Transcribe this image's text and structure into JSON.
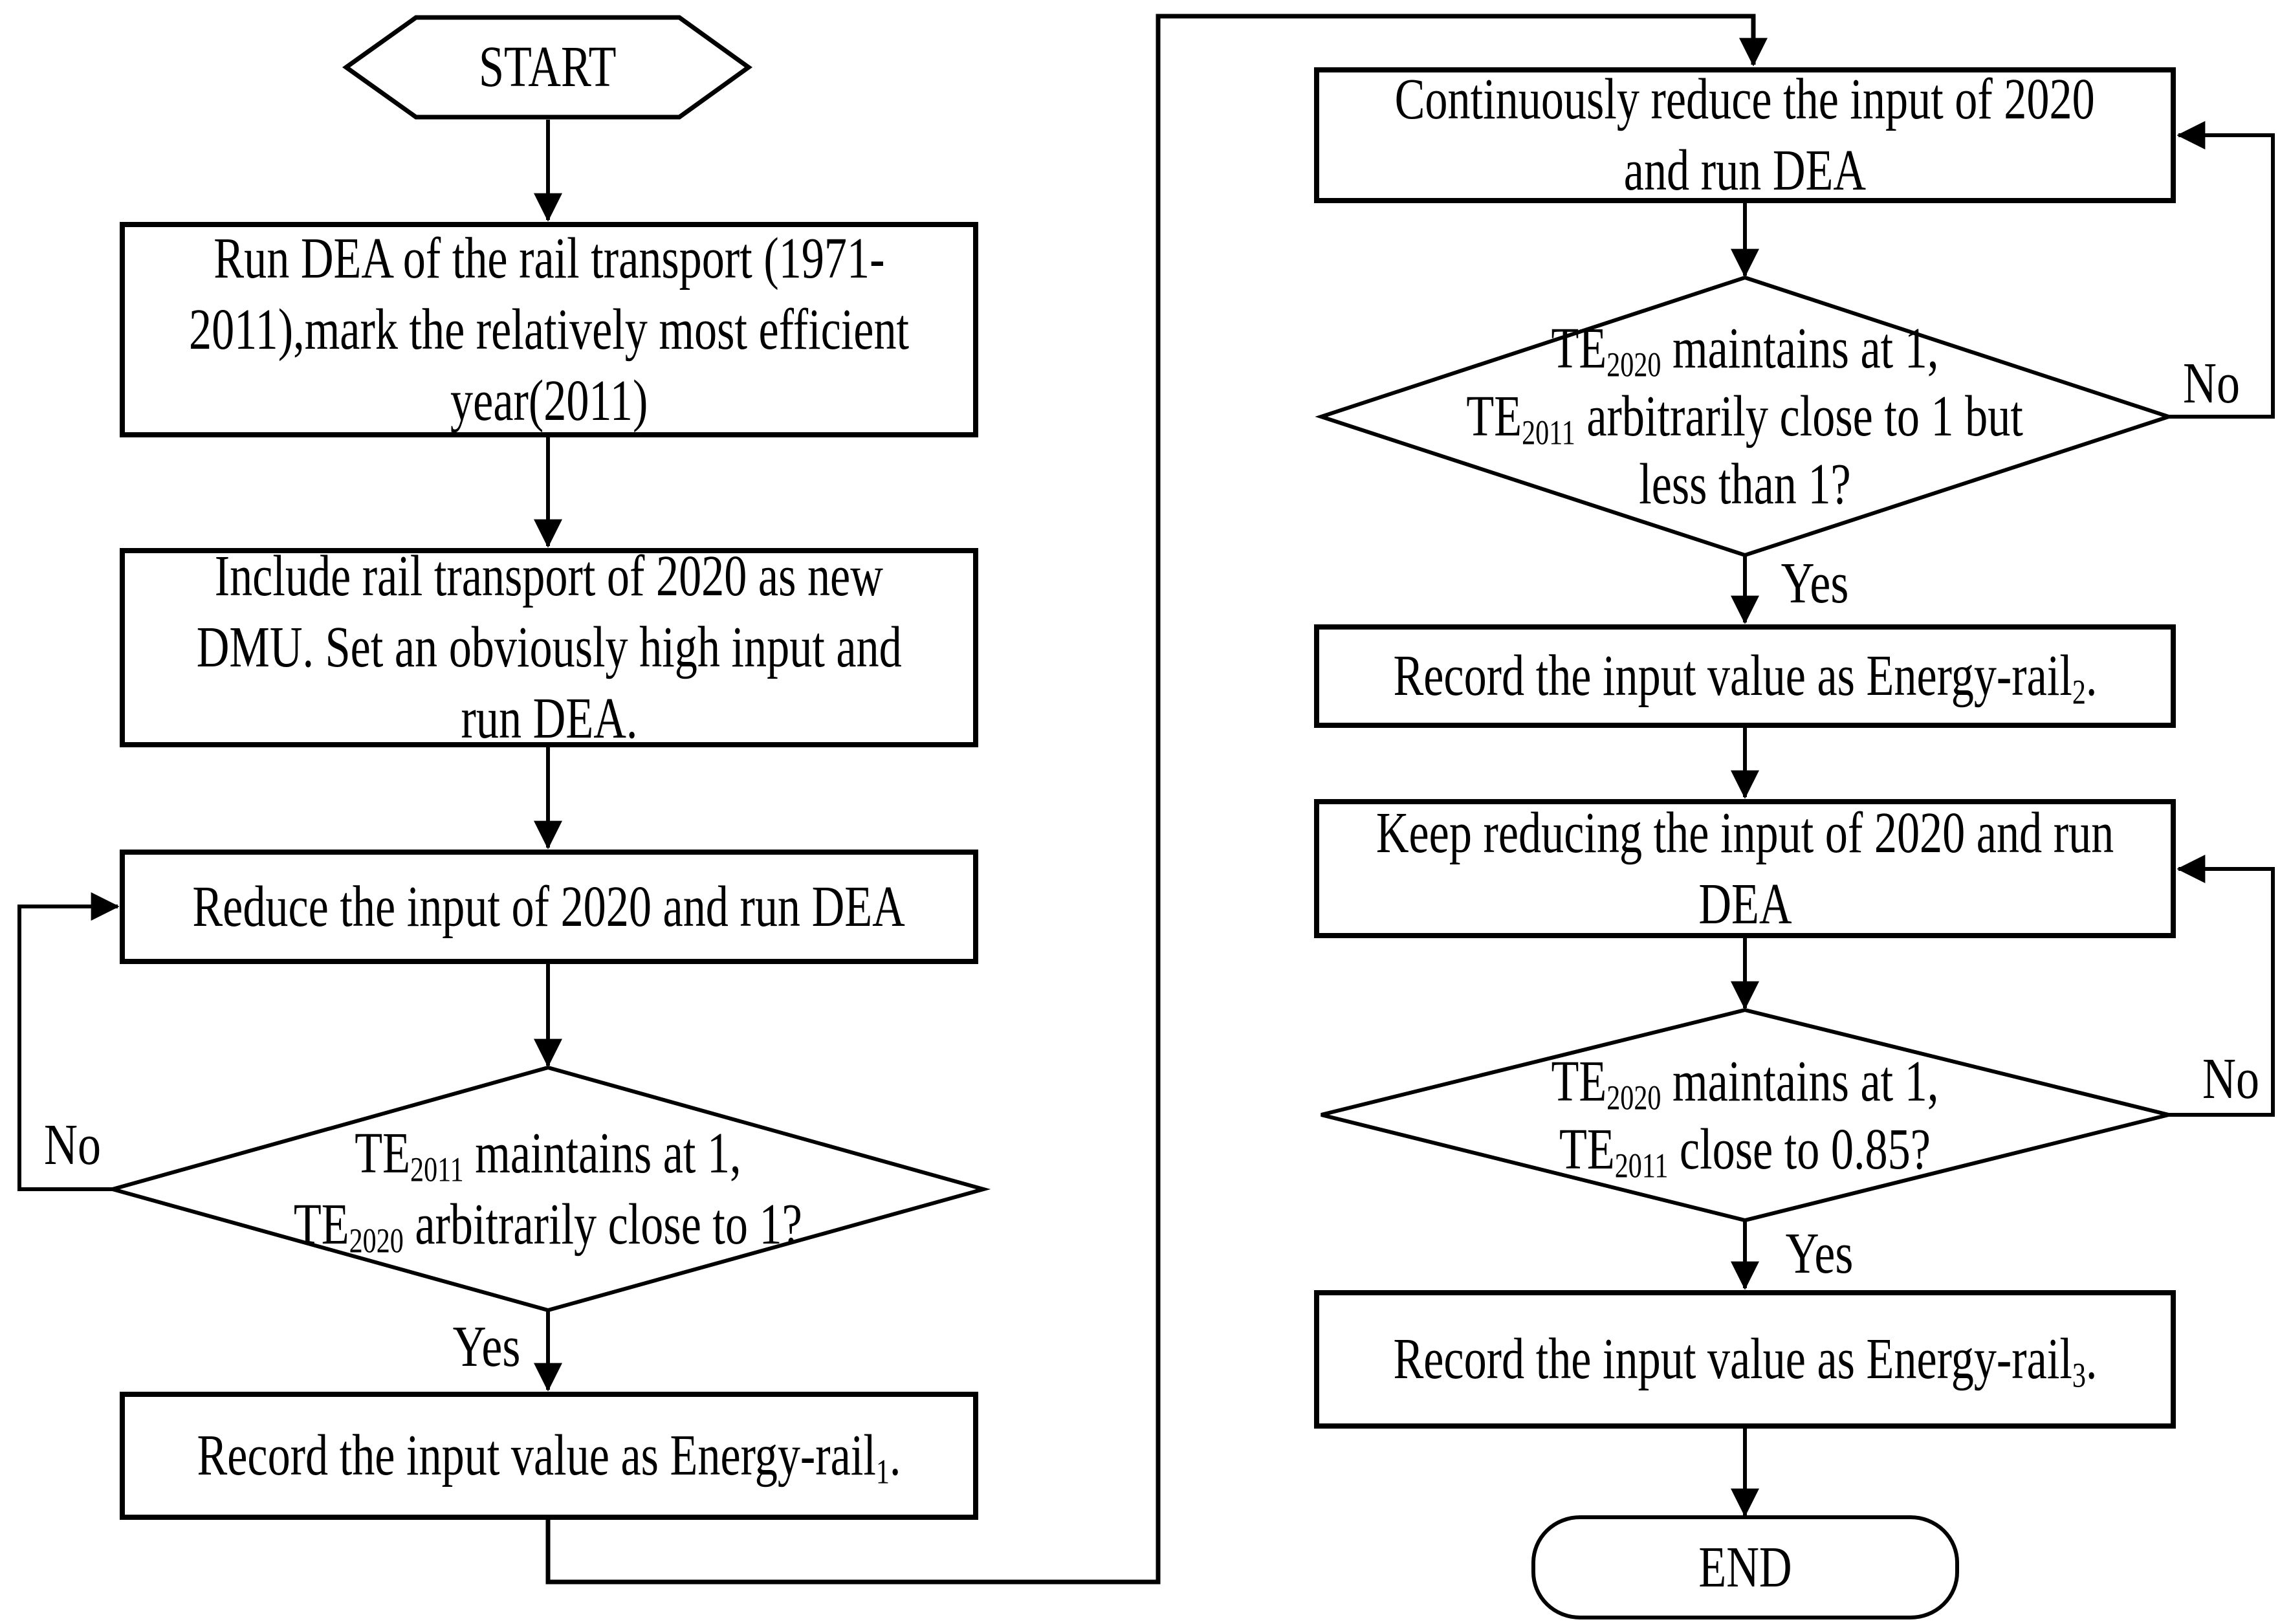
{
  "colors": {
    "stroke": "#000000",
    "background": "#ffffff"
  },
  "nodes": {
    "start": {
      "label": "START"
    },
    "box1": {
      "lines": [
        "Run DEA of the rail transport (1971-",
        "2011),mark the relatively most efficient",
        "year(2011)"
      ]
    },
    "box2": {
      "lines": [
        "Include rail transport of 2020 as new",
        "DMU. Set an obviously high input and",
        "run DEA."
      ]
    },
    "box3": {
      "lines": [
        "Reduce the input of 2020 and run DEA"
      ]
    },
    "diamond1": {
      "line1": {
        "pre": "TE",
        "sub": "2011",
        "post": " maintains at 1,"
      },
      "line2": {
        "pre": "TE",
        "sub": "2020",
        "post": " arbitrarily close to 1?"
      }
    },
    "record1": {
      "pre": "Record the input value as Energy-rail",
      "sub": "1",
      "post": "."
    },
    "boxR1": {
      "lines": [
        "Continuously reduce the input of 2020",
        "and run DEA"
      ]
    },
    "diamond2": {
      "line1": {
        "pre": "TE",
        "sub": "2020",
        "post": " maintains at 1,"
      },
      "line2": {
        "pre": "TE",
        "sub": "2011",
        "post": " arbitrarily close to 1 but"
      },
      "line3": "less than 1?"
    },
    "record2": {
      "pre": "Record the input value as Energy-rail",
      "sub": "2",
      "post": "."
    },
    "boxR2": {
      "lines": [
        "Keep reducing the input of 2020 and run",
        "DEA"
      ]
    },
    "diamond3": {
      "line1": {
        "pre": "TE",
        "sub": "2020",
        "post": " maintains at 1,"
      },
      "line2": {
        "pre": "TE",
        "sub": "2011",
        "post": " close to 0.85?"
      }
    },
    "record3": {
      "pre": "Record the input value as Energy-rail",
      "sub": "3",
      "post": "."
    },
    "end": {
      "label": "END"
    }
  },
  "labels": {
    "no1": "No",
    "yes1": "Yes",
    "no2": "No",
    "yes2": "Yes",
    "no3": "No",
    "yes3": "Yes"
  }
}
